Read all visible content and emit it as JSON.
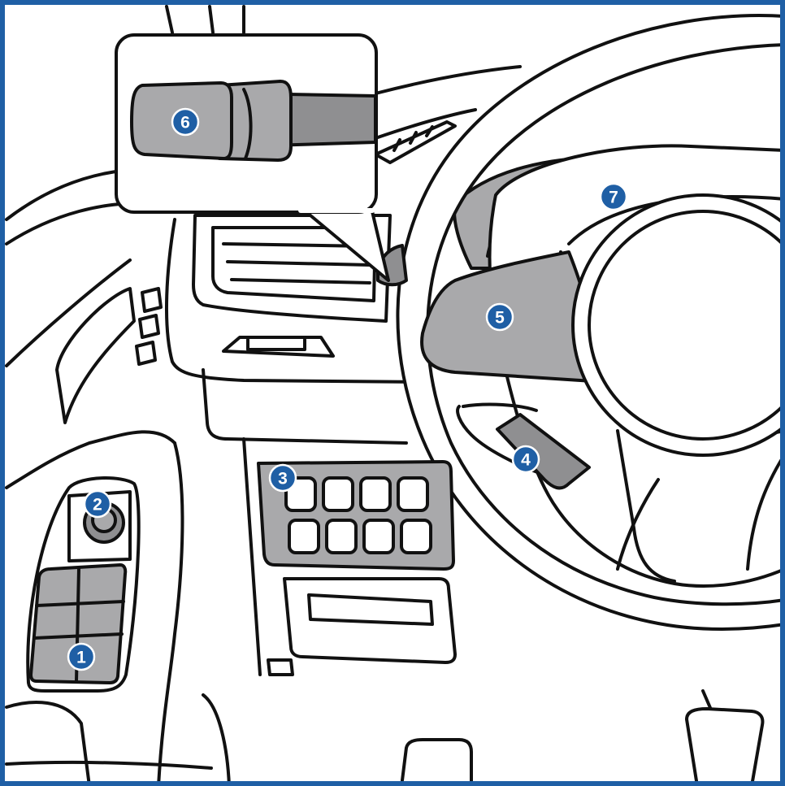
{
  "colors": {
    "border": "#1f5fa5",
    "badge": "#1f5fa5",
    "badge_text": "#ffffff",
    "control_fill": "#a9a9ab",
    "line": "#111111"
  },
  "callouts": [
    {
      "id": "1",
      "label": "1",
      "part": "window-switch-panel"
    },
    {
      "id": "2",
      "label": "2",
      "part": "mirror-adjust-knob"
    },
    {
      "id": "3",
      "label": "3",
      "part": "dashboard-switch-bank"
    },
    {
      "id": "4",
      "label": "4",
      "part": "steering-column-lever"
    },
    {
      "id": "5",
      "label": "5",
      "part": "steering-wheel-spoke-controls"
    },
    {
      "id": "6",
      "label": "6",
      "part": "stalk-lever-zoom"
    },
    {
      "id": "7",
      "label": "7",
      "part": "instrument-cluster"
    }
  ]
}
